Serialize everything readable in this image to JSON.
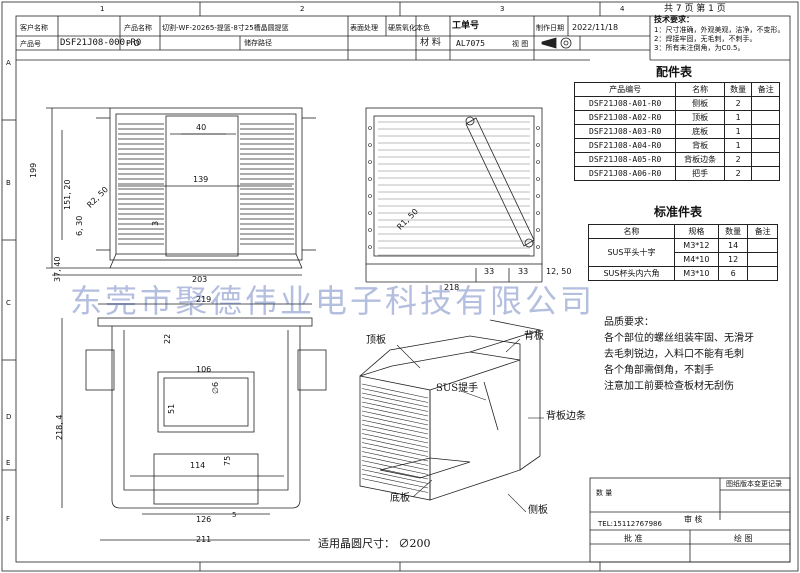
{
  "title_block": {
    "customer_label": "客户名称",
    "product_name_label": "产品名称",
    "product_name": "切割-WF-20265-提篮-8寸25槽晶圆提篮",
    "surface_label": "表面处理",
    "surface_value": "硬质氧化本色",
    "work_order_label": "工单号",
    "date_label": "制作日期",
    "date_value": "2022/11/18",
    "product_no_label": "产品号",
    "product_no": "DSF21J08-000-R0",
    "po_label": "P O",
    "storage_label": "储存路径",
    "material_label": "材  料",
    "material_value": "AL7075",
    "view_label": "视  图",
    "pages": "共 7  页   第 1 页",
    "letter_e": "E",
    "letter_f": "F"
  },
  "tech_req": {
    "title": "技术要求：",
    "items": [
      "1：尺寸准确，外观美观，洁净，不变形。",
      "2：焊接牢固，无毛刺，不刺手。",
      "3：所有未注倒角，为C0.5。"
    ]
  },
  "parts_table": {
    "title": "配件表",
    "headers": [
      "产品编号",
      "名称",
      "数量",
      "备注"
    ],
    "rows": [
      [
        "DSF21J08-A01-R0",
        "侧板",
        "2",
        ""
      ],
      [
        "DSF21J08-A02-R0",
        "顶板",
        "1",
        ""
      ],
      [
        "DSF21J08-A03-R0",
        "底板",
        "1",
        ""
      ],
      [
        "DSF21J08-A04-R0",
        "背板",
        "1",
        ""
      ],
      [
        "DSF21J08-A05-R0",
        "背板边条",
        "2",
        ""
      ],
      [
        "DSF21J08-A06-R0",
        "把手",
        "2",
        ""
      ]
    ]
  },
  "std_table": {
    "title": "标准件表",
    "headers": [
      "名称",
      "规格",
      "数量",
      "备注"
    ],
    "rows": [
      [
        "SUS平头十字",
        "M3*12",
        "14",
        ""
      ],
      [
        "",
        "M4*10",
        "12",
        ""
      ],
      [
        "SUS杯头内六角",
        "M3*10",
        "6",
        ""
      ]
    ]
  },
  "quality": {
    "title": "品质要求：",
    "lines": [
      "各个部位的螺丝组装牢固、无滑牙",
      "去毛刺锐边，入料口不能有毛刺",
      "各个角部需倒角，不割手",
      "注意加工前要检查板材无刮伤"
    ]
  },
  "watermark": "东莞市聚德伟业电子科技有限公司",
  "dims": {
    "front": {
      "d40": "40",
      "d139": "139",
      "d199": "199",
      "d151": "151, 20",
      "dR2": "R2, 50",
      "d6": "6, 30",
      "d3": "3",
      "d37": "37, 40",
      "d203": "203"
    },
    "side": {
      "dR1": "R1, 50",
      "d33a": "33",
      "d33b": "33",
      "d12": "12, 50",
      "d218": "218"
    },
    "top": {
      "d219": "219",
      "d22": "22",
      "d106": "106",
      "dphi": "∅6",
      "d51": "51",
      "d218": "218, 4",
      "d114": "114",
      "d75": "75",
      "d126": "126",
      "d5": "5",
      "d211": "211"
    }
  },
  "iso_labels": {
    "top_plate": "顶板",
    "back_plate": "背板",
    "sus_handle": "SUS提手",
    "back_edge": "背板边条",
    "bottom_plate": "底板",
    "side_plate": "侧板"
  },
  "wafer_note": "适用晶圆尺寸：  ∅200",
  "right_block": {
    "change_record": "图纸版本变更记录",
    "phone": "TEL:15112767986",
    "review": "审 核",
    "approve": "批   准",
    "drawing": "绘 图",
    "quantity": "数 量"
  },
  "edge_letters": [
    "A",
    "B",
    "C",
    "D",
    "E",
    "F",
    "1",
    "2",
    "3",
    "4"
  ]
}
